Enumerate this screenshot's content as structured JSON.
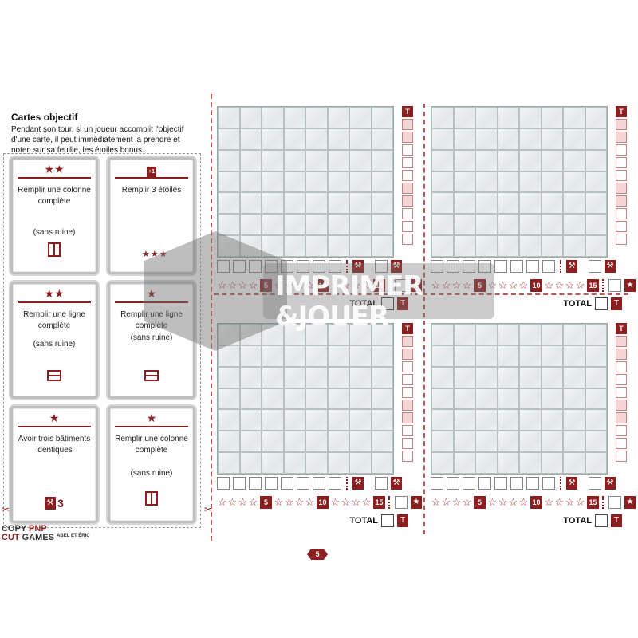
{
  "intro": {
    "title": "Cartes objectif",
    "text": "Pendant son tour, si un joueur accomplit l'objectif d'une carte, il peut immédiatement la prendre et noter, sur sa feuille, les étoiles bonus."
  },
  "cards": [
    {
      "top": "★★",
      "main": "Remplir une colonne complète",
      "sub": "(sans ruine)",
      "bottom": "column-icon"
    },
    {
      "top": "+1",
      "main": "Remplir 3 étoiles",
      "sub": "",
      "bottom": "★★★"
    },
    {
      "top": "★★",
      "main": "Remplir une ligne complète",
      "sub": "(sans ruine)",
      "bottom": "row-icon"
    },
    {
      "top": "★",
      "main": "Remplir une ligne complète",
      "sub": "(sans ruine)",
      "bottom": "row-icon"
    },
    {
      "top": "★",
      "main": "Avoir trois bâtiments identiques",
      "sub": "",
      "bottom": "building-3-icon",
      "bottom_num": "3"
    },
    {
      "top": "★",
      "main": "Remplir une colonne complète",
      "sub": "(sans ruine)",
      "bottom": "column-icon"
    }
  ],
  "brand": {
    "line1": "COPY",
    "pnp": "PNP",
    "line2": "CUT",
    "games": "GAMES",
    "authors": "ABEL ET ÉRIC"
  },
  "sheet": {
    "t_label": "T",
    "milestones": [
      "5",
      "10",
      "15"
    ],
    "total_label": "TOTAL",
    "hammer_icon": "⚒",
    "star_icon": "★"
  },
  "page_number": "5",
  "watermark": {
    "line1": "IMPRIMER",
    "line2": "&JOUER"
  },
  "colors": {
    "accent": "#8b1e1e",
    "cut_line": "#b85a5a"
  }
}
